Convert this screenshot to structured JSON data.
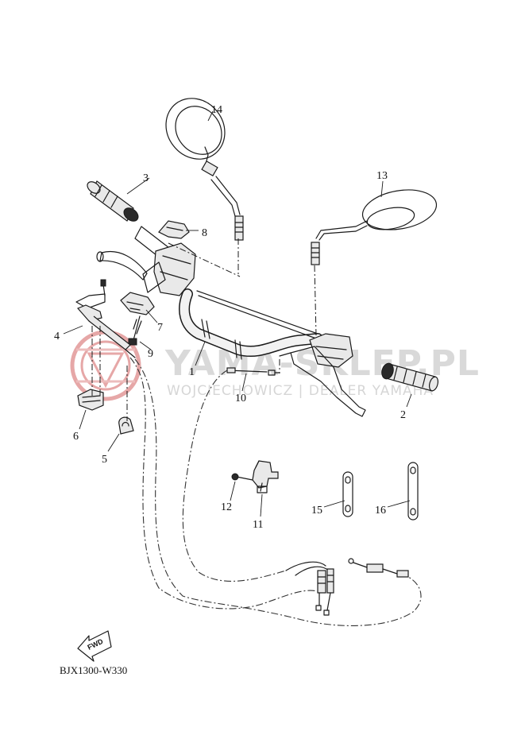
{
  "watermark": {
    "brand": "YAMA-SKLEP.PL",
    "dealer": "WOJCIECHOWICZ | DEALER YAMAHA",
    "logo_color": "#e3a3a3"
  },
  "diagram_code": "BJX1300-W330",
  "fwd_label": "FWD",
  "parts": [
    {
      "id": "1",
      "name": "handlebar"
    },
    {
      "id": "2",
      "name": "grip-right"
    },
    {
      "id": "3",
      "name": "grip-left"
    },
    {
      "id": "4",
      "name": "lever-holder"
    },
    {
      "id": "5",
      "name": "clamp"
    },
    {
      "id": "6",
      "name": "clip"
    },
    {
      "id": "7",
      "name": "holder"
    },
    {
      "id": "8",
      "name": "holder-cap"
    },
    {
      "id": "9",
      "name": "bolt"
    },
    {
      "id": "10",
      "name": "cable"
    },
    {
      "id": "11",
      "name": "bracket"
    },
    {
      "id": "12",
      "name": "screw"
    },
    {
      "id": "13",
      "name": "mirror-right"
    },
    {
      "id": "14",
      "name": "mirror-left"
    },
    {
      "id": "15",
      "name": "band"
    },
    {
      "id": "16",
      "name": "band"
    }
  ]
}
